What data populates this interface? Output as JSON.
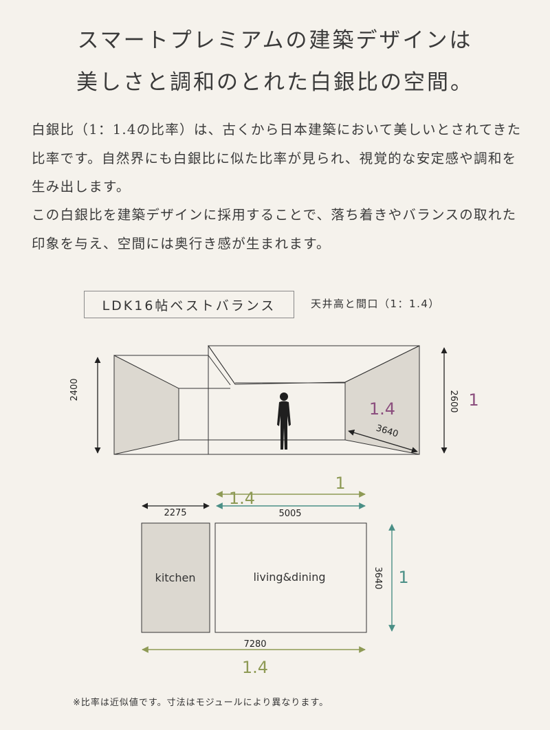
{
  "headline": {
    "line1": "スマートプレミアムの建築デザインは",
    "line2": "美しさと調和のとれた白銀比の空間。"
  },
  "description": {
    "paragraph1": "白銀比（1：1.4の比率）は、古くから日本建築において美しいとされてきた比率です。自然界にも白銀比に似た比率が見られ、視覚的な安定感や調和を生み出します。",
    "paragraph2": "この白銀比を建築デザインに採用することで、落ち着きやバランスの取れた印象を与え、空間には奥行き感が生まれます。"
  },
  "section": {
    "title": "LDK16帖ベストバランス",
    "subtitle": "天井高と間口（1：1.4）"
  },
  "perspective": {
    "left_height": "2400",
    "right_height": "2600",
    "right_width": "3640",
    "ratio_large": "1.4",
    "ratio_small": "1"
  },
  "floorplan": {
    "kitchen_label": "kitchen",
    "living_label": "living&dining",
    "kitchen_width": "2275",
    "living_width": "5005",
    "living_depth": "3640",
    "total_width": "7280",
    "top_ratio_large": "1.4",
    "top_ratio_small": "1",
    "side_ratio": "1",
    "bottom_ratio": "1.4"
  },
  "colors": {
    "purple": "#8b4e7e",
    "olive": "#8e9a55",
    "teal": "#4a8f86"
  },
  "footnote": "※比率は近似値です。寸法はモジュールにより異なります。"
}
